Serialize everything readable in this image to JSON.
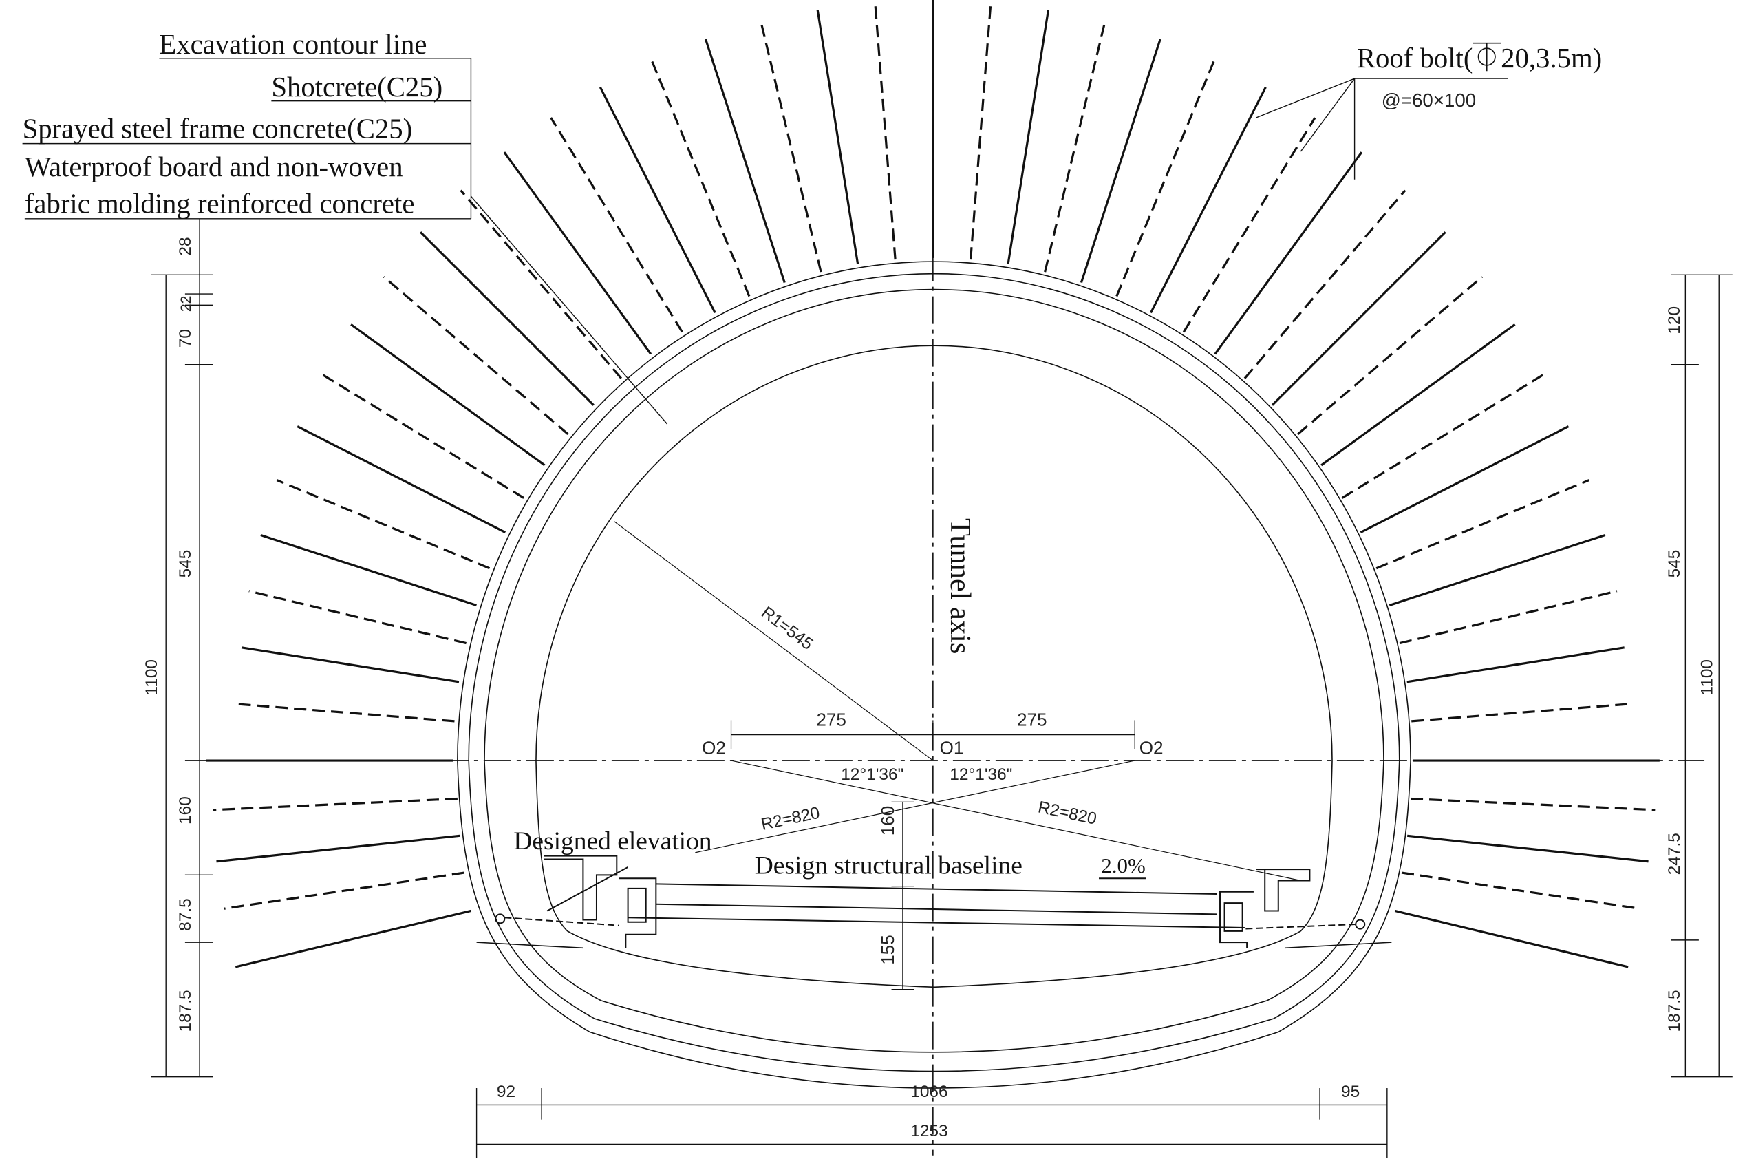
{
  "labels": {
    "excavation": "Excavation contour line",
    "shotcrete": "Shotcrete(C25)",
    "sprayed_frame": "Sprayed steel frame concrete(C25)",
    "waterproof_line1": "Waterproof board and non-woven",
    "waterproof_line2": "fabric molding reinforced concrete",
    "roof_bolt": "Roof bolt(⏁20,3.5m)",
    "bolt_spacing": "@=60×100",
    "tunnel_axis": "Tunnel axis",
    "designed_elevation": "Designed elevation",
    "structural_baseline": "Design structural baseline",
    "slope": "2.0%",
    "r1": "R1=545",
    "r2_left": "R2=820",
    "r2_right": "R2=820",
    "o1": "O1",
    "o2_left": "O2",
    "o2_right": "O2",
    "angle_left": "12°1'36\"",
    "angle_right": "12°1'36\"",
    "offset_left": "275",
    "offset_right": "275",
    "inner_160": "160",
    "inner_155": "155"
  },
  "dimensions": {
    "left": {
      "d28": "28",
      "d22": "22",
      "d70": "70",
      "d545": "545",
      "d1100": "1100",
      "d160": "160",
      "d87_5": "87.5",
      "d187_5": "187.5"
    },
    "right": {
      "d120": "120",
      "d545": "545",
      "d1100": "1100",
      "d247_5": "247.5",
      "d187_5": "187.5"
    },
    "bottom": {
      "d92": "92",
      "d1066": "1066",
      "d95": "95",
      "d1253": "1253"
    }
  },
  "colors": {
    "ink": "#111111",
    "background": "#ffffff"
  }
}
